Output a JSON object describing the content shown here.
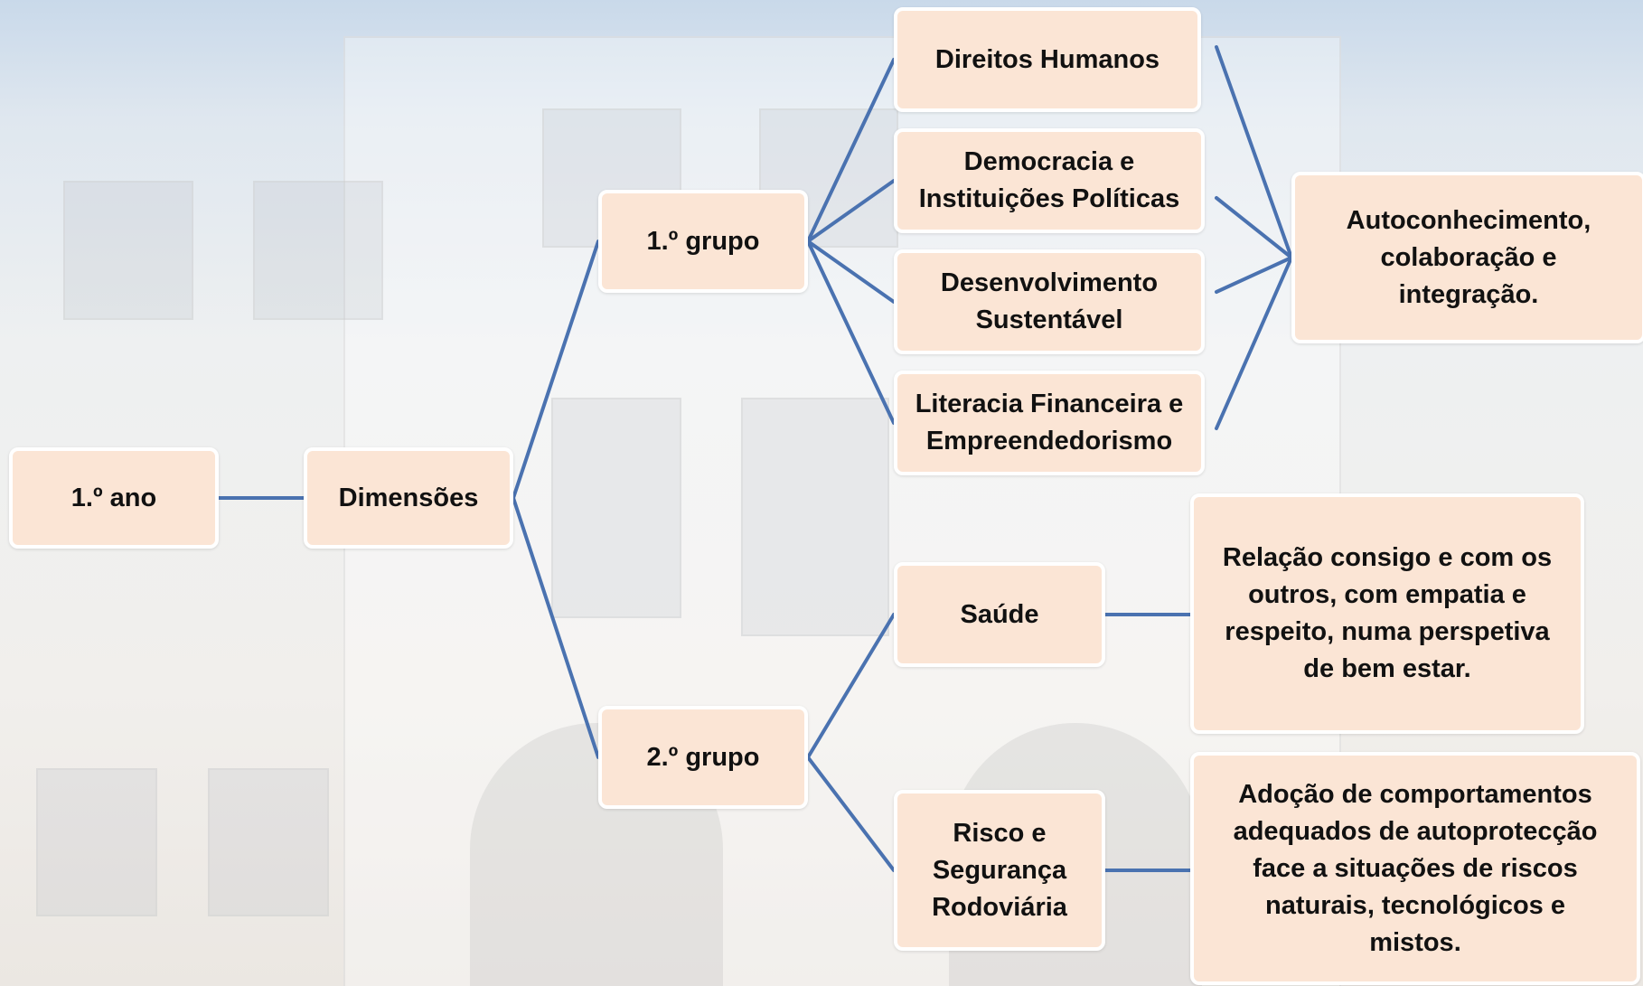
{
  "colors": {
    "box_fill": "#fbe5d5",
    "box_border": "#ffffff",
    "connector": "#4a72b0",
    "text": "#111111"
  },
  "nodes": {
    "ano": "1.º ano",
    "dimensoes": "Dimensões",
    "grupo1": "1.º grupo",
    "grupo2": "2.º grupo",
    "direitos": [
      "Direitos Humanos"
    ],
    "democracia": [
      "Democracia e",
      "Instituições Políticas"
    ],
    "desenvolvimento": [
      "Desenvolvimento",
      "Sustentável"
    ],
    "literacia": [
      "Literacia Financeira e",
      "Empreendedorismo"
    ],
    "saude": [
      "Saúde"
    ],
    "risco": [
      "Risco e",
      "Segurança",
      "Rodoviária"
    ],
    "autoconhecimento": [
      "Autoconhecimento,",
      "colaboração e",
      "integração."
    ],
    "relacao": [
      "Relação consigo e com os",
      "outros, com empatia e",
      "respeito, numa perspetiva",
      "de bem estar."
    ],
    "adocao": [
      "Adoção de comportamentos",
      "adequados de autoprotecção",
      "face a situações de riscos",
      "naturais, tecnológicos e",
      "mistos."
    ]
  }
}
